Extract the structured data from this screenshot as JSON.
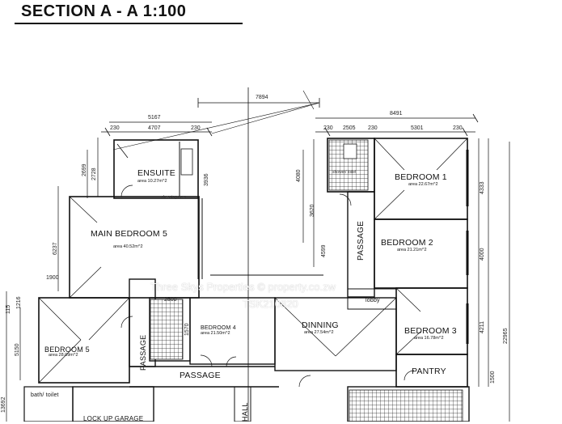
{
  "title": "SECTION  A - A  1:100",
  "rooms": {
    "ensuite": {
      "label": "ENSUITE",
      "area": "area 10.27m^2"
    },
    "main_bedroom": {
      "label": "MAIN BEDROOM  5",
      "area": "area 40.52m^2"
    },
    "bedroom1": {
      "label": "BEDROOM 1",
      "area": "area 22.67m^2"
    },
    "bedroom2": {
      "label": "BEDROOM 2",
      "area": "area 21.21m^2"
    },
    "bedroom3": {
      "label": "BEDROOM 3",
      "area": "area 16.78m^2"
    },
    "bedroom4": {
      "label": "BEDROOM 4",
      "area": "area 21.50m^2"
    },
    "bedroom5": {
      "label": "BEDROOM 5",
      "area": "area 28.09m^2"
    },
    "dinning": {
      "label": "DINNING",
      "area": "area 27.54m^2"
    },
    "pantry": {
      "label": "PANTRY"
    },
    "passage_h": {
      "label": "PASSAGE"
    },
    "passage_v1": {
      "label": "PASSAGE"
    },
    "passage_v2": {
      "label": "PASSAGE"
    },
    "lobby": {
      "label": "lobby"
    },
    "shower_toilet": {
      "label": "shower/ toilet"
    },
    "dressing": {
      "label": "dressing area"
    },
    "bath_toilet": {
      "label": "bath/ toilet"
    },
    "lockup_garage": {
      "label": "LOCK UP GARAGE"
    },
    "hall": {
      "label": "HALL"
    }
  },
  "dimensions": {
    "d7894": "7894",
    "d5167": "5167",
    "d8491": "8491",
    "d230a": "230",
    "d4707": "4707",
    "d230b": "230",
    "d230c": "230",
    "d2505": "2505",
    "d230d": "230",
    "d5301": "5301",
    "d230e": "230",
    "d2699": "2699",
    "d2728": "2728",
    "d6237": "6237",
    "d1900": "1900",
    "d4080": "4080",
    "d3620": "3620",
    "d4599": "4599",
    "d3936": "3936",
    "d4333": "4333",
    "d4000": "4000",
    "d4211": "4211",
    "d22965": "22965",
    "d1500": "1500",
    "d5150": "5150",
    "d13692": "13692",
    "d2500": "2500",
    "d1570": "1570",
    "d115": "115",
    "d1216": "1216"
  },
  "watermark": {
    "line1": "Three Skys Properties  © property.co.zw",
    "line2": "TSK210820"
  }
}
